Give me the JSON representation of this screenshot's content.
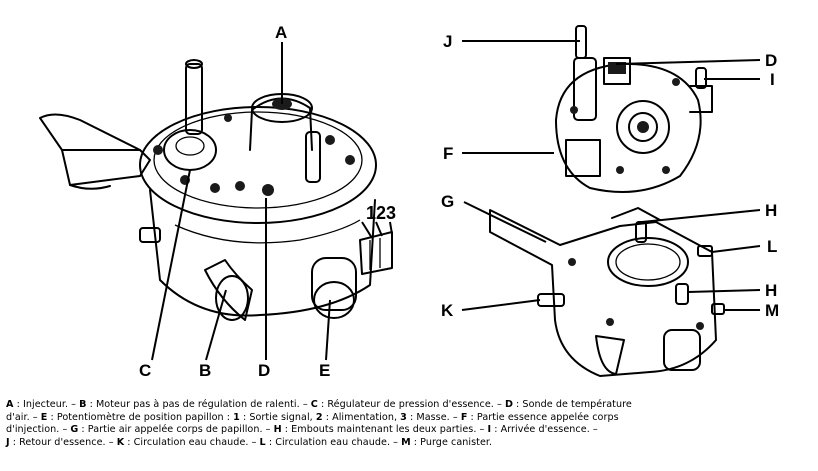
{
  "labels": {
    "A": "A",
    "B": "B",
    "C": "C",
    "D_left": "D",
    "E": "E",
    "J": "J",
    "D_right": "D",
    "I": "I",
    "F": "F",
    "G": "G",
    "H_top": "H",
    "L": "L",
    "K": "K",
    "H_mid": "H",
    "M": "M",
    "numbers": "123"
  },
  "caption": {
    "lines": [
      [
        {
          "key": "A",
          "text": " : Injecteur. – "
        },
        {
          "key": "B",
          "text": " : Moteur pas à pas de régulation de ralenti. – "
        },
        {
          "key": "C",
          "text": " : Régulateur de pression d'essence. – "
        },
        {
          "key": "D",
          "text": " : Sonde de température"
        }
      ],
      [
        {
          "key": "",
          "text": "d'air. – "
        },
        {
          "key": "E",
          "text": " : Potentiomètre de position papillon : "
        },
        {
          "key": "1",
          "text": " : Sortie signal, "
        },
        {
          "key": "2",
          "text": " : Alimentation, "
        },
        {
          "key": "3",
          "text": " : Masse. – "
        },
        {
          "key": "F",
          "text": " : Partie essence appelée corps"
        }
      ],
      [
        {
          "key": "",
          "text": "d'injection. – "
        },
        {
          "key": "G",
          "text": " : Partie air appelée corps de papillon. – "
        },
        {
          "key": "H",
          "text": " : Embouts maintenant les deux parties. – "
        },
        {
          "key": "I",
          "text": " : Arrivée d'essence. –"
        }
      ],
      [
        {
          "key": "J",
          "text": " : Retour d'essence. – "
        },
        {
          "key": "K",
          "text": " : Circulation eau chaude. – "
        },
        {
          "key": "L",
          "text": " : Circulation eau chaude. – "
        },
        {
          "key": "M",
          "text": " : Purge canister."
        }
      ]
    ]
  }
}
